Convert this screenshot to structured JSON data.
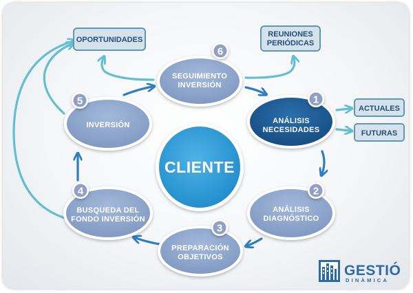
{
  "center": {
    "label": "CLIENTE"
  },
  "steps": [
    {
      "num": "1",
      "lines": [
        "ANÁLISIS",
        "NECESIDADES"
      ]
    },
    {
      "num": "2",
      "lines": [
        "ANÁLISIS",
        "DIAGNÓSTICO"
      ]
    },
    {
      "num": "3",
      "lines": [
        "PREPARACIÓN",
        "OBJETIVOS"
      ]
    },
    {
      "num": "4",
      "lines": [
        "BUSQUEDA DEL",
        "FONDO INVERSIÓN"
      ]
    },
    {
      "num": "5",
      "lines": [
        "INVERSIÓN"
      ]
    },
    {
      "num": "6",
      "lines": [
        "SEGUIMIENTO",
        "INVERSIÓN"
      ]
    }
  ],
  "outcomes": {
    "oportunidades": "OPORTUNIDADES",
    "reuniones": [
      "REUNIONES",
      "PERIÓDICAS"
    ],
    "actuales": "ACTUALES",
    "futuras": "FUTURAS"
  },
  "logo": {
    "name": "GESTIÓ",
    "tagline": "DINÀMICA"
  },
  "colors": {
    "step_light": "#8fa7cc",
    "step_dark": "#1f5c96",
    "center": "#2b9ad6",
    "badge": "#8fa0c0",
    "box_fill": "#d5e2ec",
    "box_stroke": "#5e97b0",
    "arrow_dark": "#2f7cc1",
    "arrow_light": "#62bfd1"
  }
}
